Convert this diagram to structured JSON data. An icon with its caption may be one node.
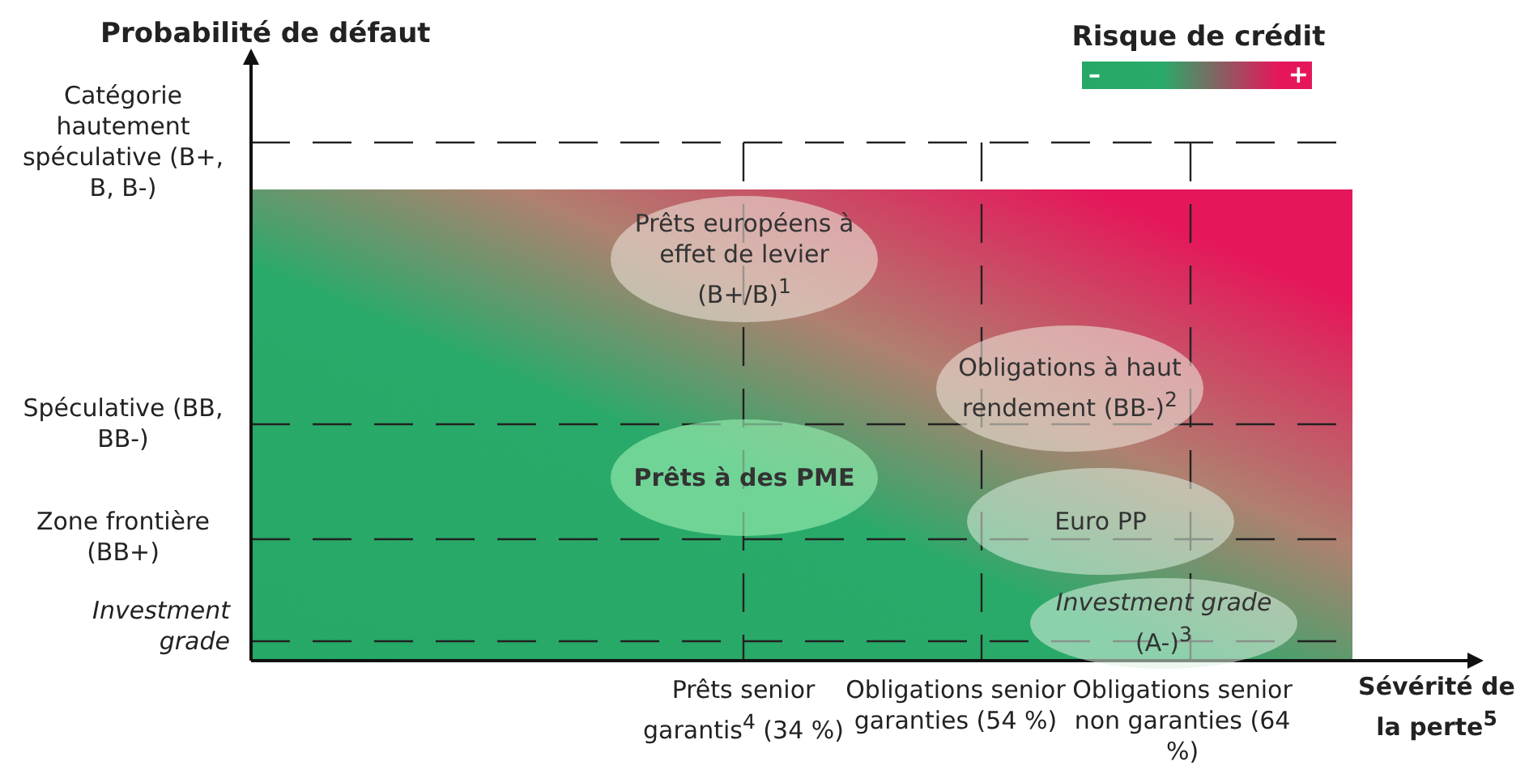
{
  "diagram": {
    "nodes": [
      {
        "text": [
          "Prêts européens à effet de levier (B+/B)$^{1}$"
        ]
      },
      {
        "text": [
          "Obligations à haut rendement (BB-)$^{2}$"
        ]
      },
      {
        "text": [
          "Prêts à des PME"
        ]
      },
      {
        "text": [
          "Euro PP"
        ]
      },
      {
        "text": [
          "*Investment grade* (A-)$^{3}$"
        ]
      }
    ],
    "labels": [
      "Probabilité de défaut",
      "Risque de crédit",
      "–",
      "+",
      "Catégorie hautement spéculative (B+, B, B-)",
      "Spéculative (BB, BB-)",
      "Zone frontière (BB+)",
      "Investment grade",
      "Prêts senior garantis$^{4}$ (34 %)",
      "Obligations senior garanties (54 %)",
      "Obligations senior non garanties (64 %)",
      "Sévérité de la perte$^{5}$"
    ]
  }
}
